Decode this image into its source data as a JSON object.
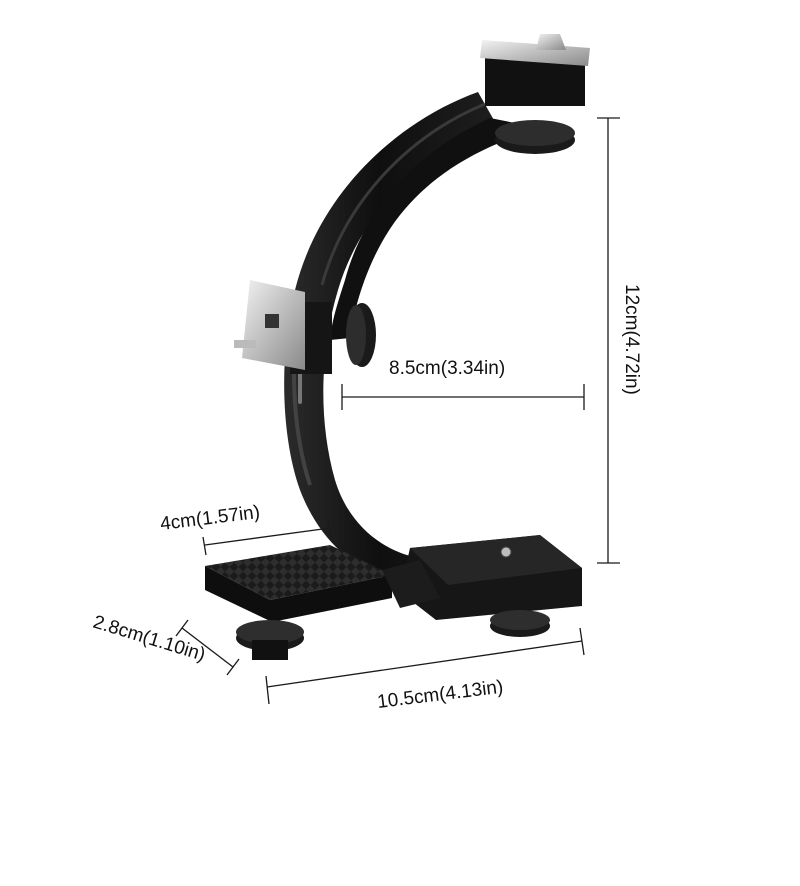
{
  "dimensions": {
    "height": "12cm(4.72in)",
    "inner_width": "8.5cm(3.34in)",
    "plate_width": "4cm(1.57in)",
    "plate_depth": "2.8cm(1.10in)",
    "base_length": "10.5cm(4.13in)"
  },
  "colors": {
    "background": "#ffffff",
    "bracket": "#141414",
    "metal": "#c9c9c9",
    "line": "#1a1a1a"
  }
}
